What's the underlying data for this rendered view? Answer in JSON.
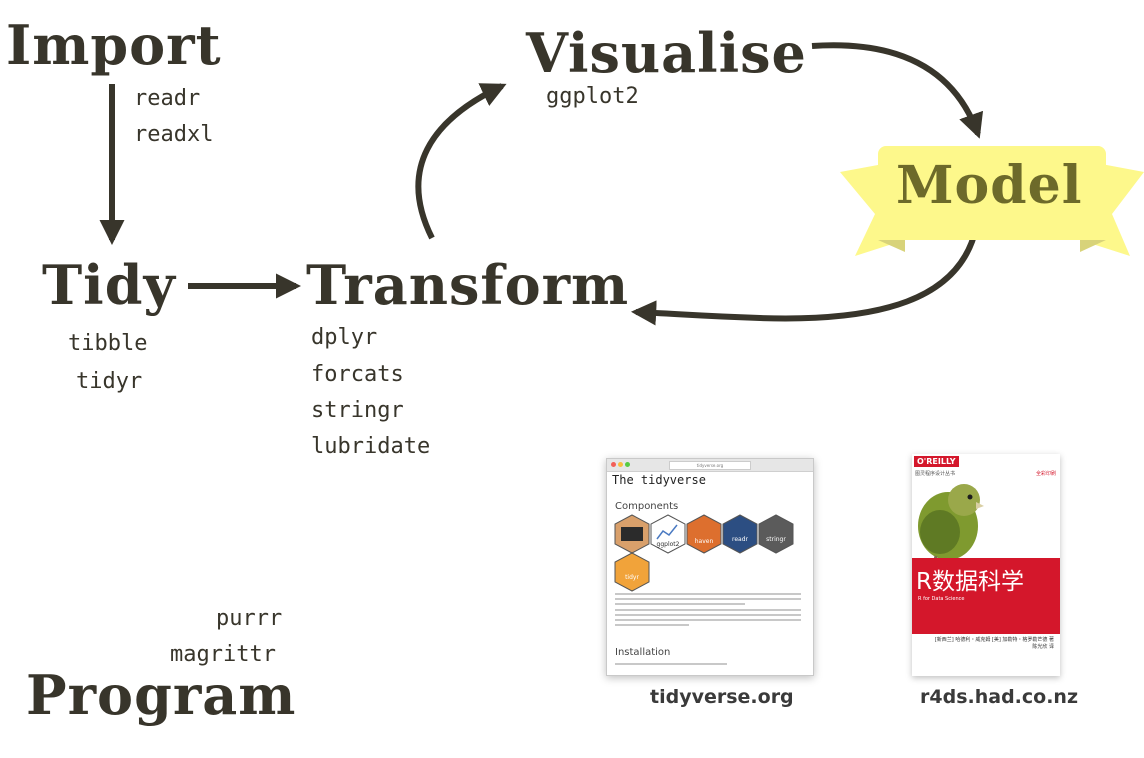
{
  "stages": {
    "import": "Import",
    "visualise": "Visualise",
    "model": "Model",
    "tidy": "Tidy",
    "transform": "Transform",
    "program": "Program"
  },
  "packages": {
    "import": [
      "readr",
      "readxl"
    ],
    "visualise": [
      "ggplot2"
    ],
    "tidy": [
      "tibble",
      "tidyr"
    ],
    "transform": [
      "dplyr",
      "forcats",
      "stringr",
      "lubridate"
    ],
    "program": [
      "purrr",
      "magrittr"
    ]
  },
  "thumbnails": {
    "site": {
      "url": "tidyverse.org",
      "page_title": "The tidyverse",
      "heading_components": "Components",
      "heading_installation": "Installation",
      "hexes": [
        "ggplot2",
        "haven",
        "readr",
        "stringr",
        "tidyr"
      ],
      "caption": "tidyverse.org"
    },
    "book": {
      "publisher": "O'REILLY",
      "series": "图灵程序设计丛书",
      "badge": "全彩印刷",
      "title": "R数据科学",
      "subtitle": "R for Data Science",
      "authors": "[新西兰] 哈德利・威克姆  [美] 加勒特・格罗勒芒德 著",
      "translator": "陈光欣 译",
      "caption": "r4ds.had.co.nz"
    }
  },
  "colors": {
    "text": "#38352b",
    "arrow": "#38352b",
    "banner": "#fdf88b",
    "banner_shade": "#e9e48a",
    "book_red": "#d4172b"
  }
}
